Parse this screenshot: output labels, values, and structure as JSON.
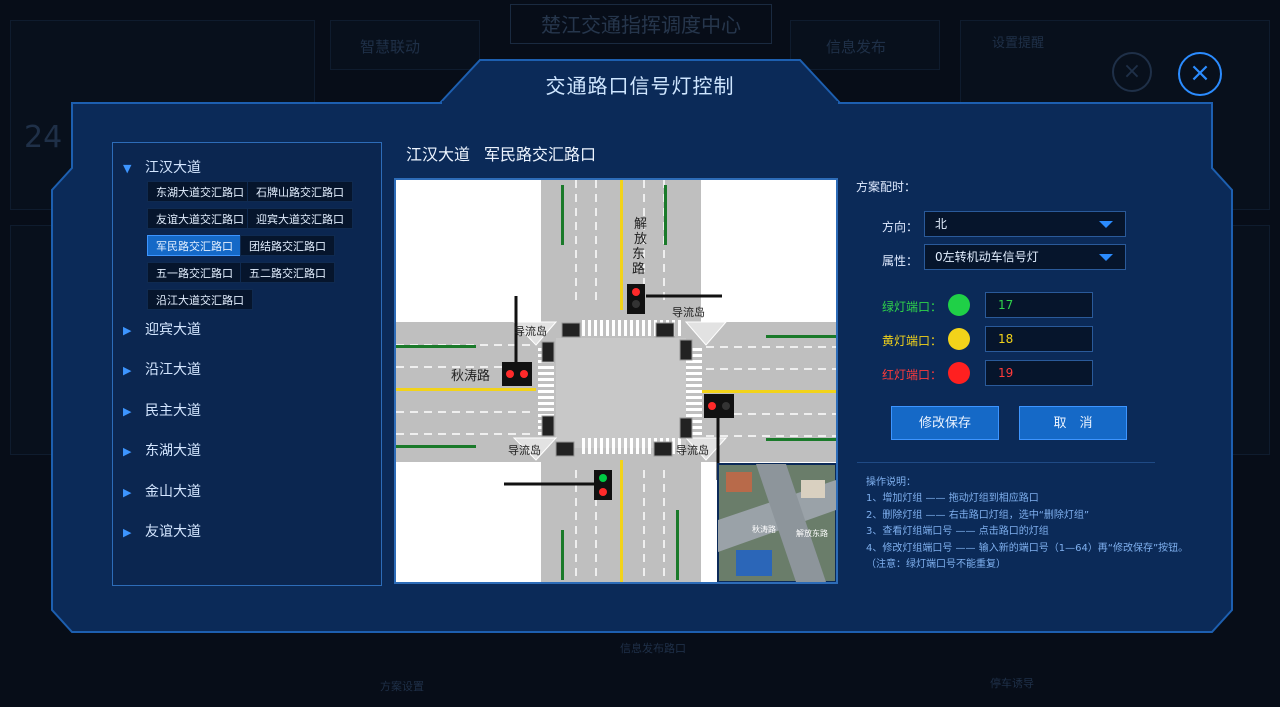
{
  "background": {
    "center_title": "楚江交通指挥调度中心",
    "left_tab": "智慧联动",
    "right_tab": "信息发布",
    "top_right_label": "设置提醒",
    "temperature": "24",
    "bottom_texts": [
      "方案设置",
      "信息发布路口",
      "停车诱导"
    ]
  },
  "modal": {
    "title": "交通路口信号灯控制",
    "close_icon": "close-icon"
  },
  "tree": {
    "groups": [
      {
        "label": "江汉大道",
        "expanded": true
      },
      {
        "label": "迎宾大道",
        "expanded": false
      },
      {
        "label": "沿江大道",
        "expanded": false
      },
      {
        "label": "民主大道",
        "expanded": false
      },
      {
        "label": "东湖大道",
        "expanded": false
      },
      {
        "label": "金山大道",
        "expanded": false
      },
      {
        "label": "友谊大道",
        "expanded": false
      }
    ],
    "crossings": [
      "东湖大道交汇路口",
      "石牌山路交汇路口",
      "友谊大道交汇路口",
      "迎宾大道交汇路口",
      "军民路交汇路口",
      "团结路交汇路口",
      "五一路交汇路口",
      "五二路交汇路口",
      "沿江大道交汇路口"
    ],
    "active_crossing": "军民路交汇路口"
  },
  "heading": {
    "road": "江汉大道",
    "crossing": "军民路交汇路口"
  },
  "map": {
    "north_road": "解放东路",
    "west_road": "秋涛路",
    "island_label": "导流岛",
    "inset_labels": [
      "秋涛路",
      "解放东路"
    ]
  },
  "form": {
    "section_title": "方案配时：",
    "direction_label": "方向：",
    "direction_value": "北",
    "attribute_label": "属性：",
    "attribute_value": "0左转机动车信号灯",
    "green_label": "绿灯端口：",
    "green_value": "17",
    "yellow_label": "黄灯端口：",
    "yellow_value": "18",
    "red_label": "红灯端口：",
    "red_value": "19",
    "save_button": "修改保存",
    "cancel_button": "取　消"
  },
  "notes": {
    "title": "操作说明：",
    "lines": [
      "1、增加灯组 —— 拖动灯组到相应路口",
      "2、删除灯组 —— 右击路口灯组，选中“删除灯组”",
      "3、查看灯组端口号 —— 点击路口的灯组",
      "4、修改灯组端口号 —— 输入新的端口号（1—64）再“修改保存”按钮。",
      "（注意：绿灯端口号不能重复）"
    ]
  },
  "colors": {
    "accent": "#2b8cff",
    "panel": "#0b2a58",
    "green": "#00cc44",
    "yellow": "#f2d31a",
    "red": "#ff2a2a"
  }
}
